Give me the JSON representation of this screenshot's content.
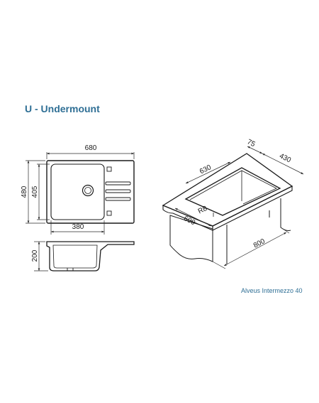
{
  "title": "U - Undermount",
  "caption": "Alveus Intermezzo 40",
  "colors": {
    "accent": "#2f6f95",
    "line": "#1a1a1a",
    "cutaway": "#f2f2f2"
  },
  "top_view": {
    "width": "680",
    "height": "480",
    "bowl_height": "405",
    "bowl_width": "380"
  },
  "side_view": {
    "depth": "200"
  },
  "cabinet_view": {
    "cutout_width": "630",
    "margin": "75",
    "cabinet_depth": "430",
    "corner_radius": "R8",
    "cabinet_width": "600",
    "countertop_length": "800"
  }
}
